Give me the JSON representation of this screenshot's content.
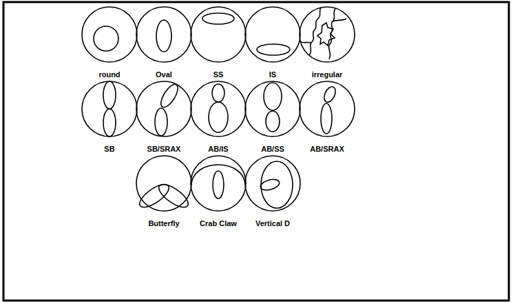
{
  "diagram": {
    "labels": [
      "round",
      "Oval",
      "SS",
      "IS",
      "irregular",
      "SB",
      "SB/SRAX",
      "AB/IS",
      "AB/SS",
      "AB/SRAX",
      "Butterfly",
      "Crab Claw",
      "Vertical D"
    ]
  }
}
